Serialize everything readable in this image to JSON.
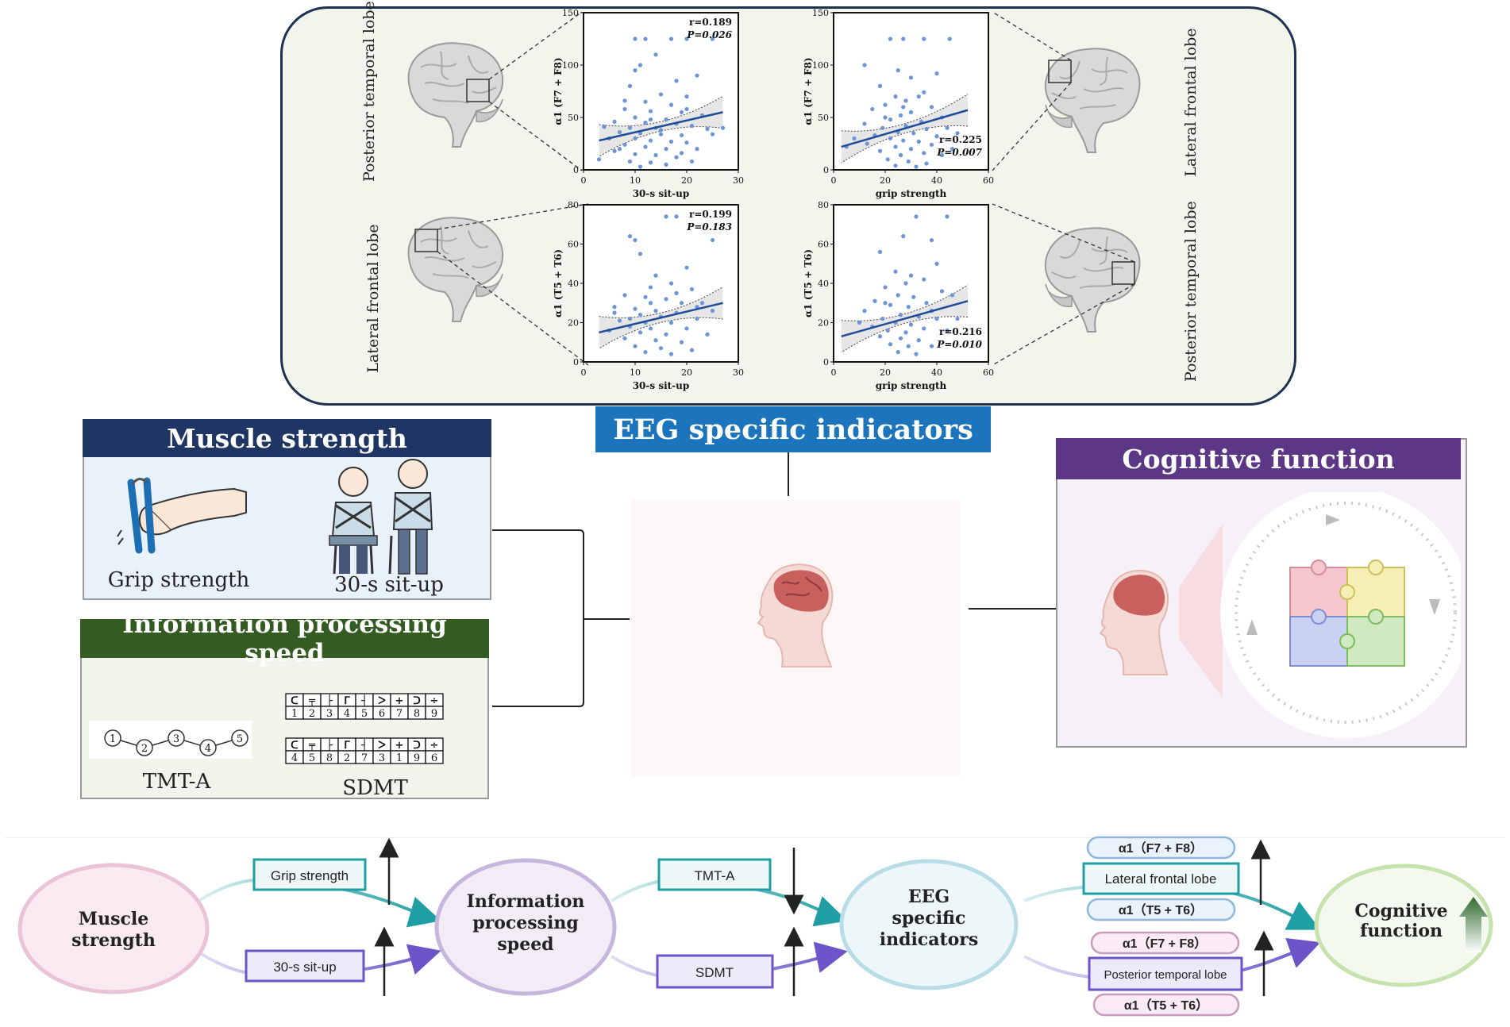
{
  "top_panel": {
    "brain_labels": {
      "top_left": "Posterior temporal lobe",
      "bottom_left": "Lateral frontal lobe",
      "top_right": "Lateral frontal lobe",
      "bottom_right": "Posterior temporal lobe"
    }
  },
  "chart_data": [
    {
      "type": "scatter",
      "xlabel": "30-s sit-up",
      "ylabel": "α1 (F7 + F8)",
      "xlim": [
        0,
        30
      ],
      "ylim": [
        0,
        150
      ],
      "xticks": [
        "0",
        "10",
        "20",
        "30"
      ],
      "yticks": [
        "0",
        "50",
        "100",
        "150"
      ],
      "stats": {
        "r": "r=0.189",
        "p": "P=0.026"
      },
      "fit": {
        "x": [
          3,
          27
        ],
        "y": [
          28,
          55
        ]
      },
      "points": [
        [
          10,
          125
        ],
        [
          12,
          125
        ],
        [
          17,
          125
        ],
        [
          20,
          125
        ],
        [
          25,
          125
        ],
        [
          11,
          100
        ],
        [
          14,
          110
        ],
        [
          10,
          95
        ],
        [
          22,
          90
        ],
        [
          18,
          85
        ],
        [
          9,
          80
        ],
        [
          15,
          72
        ],
        [
          20,
          70
        ],
        [
          12,
          65
        ],
        [
          17,
          62
        ],
        [
          8,
          58
        ],
        [
          13,
          56
        ],
        [
          19,
          55
        ],
        [
          23,
          52
        ],
        [
          10,
          50
        ],
        [
          16,
          48
        ],
        [
          6,
          46
        ],
        [
          12,
          45
        ],
        [
          18,
          44
        ],
        [
          21,
          42
        ],
        [
          4,
          41
        ],
        [
          9,
          40
        ],
        [
          14,
          40
        ],
        [
          24,
          39
        ],
        [
          27,
          40
        ],
        [
          7,
          36
        ],
        [
          11,
          35
        ],
        [
          15,
          34
        ],
        [
          19,
          33
        ],
        [
          25,
          34
        ],
        [
          5,
          30
        ],
        [
          10,
          30
        ],
        [
          13,
          28
        ],
        [
          17,
          27
        ],
        [
          20,
          26
        ],
        [
          8,
          24
        ],
        [
          12,
          22
        ],
        [
          16,
          20
        ],
        [
          22,
          20
        ],
        [
          6,
          18
        ],
        [
          10,
          15
        ],
        [
          14,
          14
        ],
        [
          18,
          12
        ],
        [
          3,
          10
        ],
        [
          9,
          8
        ],
        [
          13,
          7
        ],
        [
          16,
          5
        ],
        [
          21,
          8
        ],
        [
          11,
          3
        ],
        [
          7,
          20
        ],
        [
          19,
          16
        ],
        [
          15,
          38
        ],
        [
          13,
          48
        ],
        [
          20,
          58
        ],
        [
          8,
          66
        ]
      ]
    },
    {
      "type": "scatter",
      "xlabel": "grip strength",
      "ylabel": "α1 (F7 + F8)",
      "xlim": [
        0,
        60
      ],
      "ylim": [
        0,
        150
      ],
      "xticks": [
        "0",
        "20",
        "40",
        "60"
      ],
      "yticks": [
        "0",
        "50",
        "100",
        "150"
      ],
      "stats": {
        "r": "r=0.225",
        "p": "P=0.007"
      },
      "fit": {
        "x": [
          3,
          52
        ],
        "y": [
          22,
          57
        ]
      },
      "points": [
        [
          22,
          125
        ],
        [
          27,
          125
        ],
        [
          35,
          125
        ],
        [
          45,
          125
        ],
        [
          12,
          100
        ],
        [
          25,
          95
        ],
        [
          40,
          92
        ],
        [
          30,
          88
        ],
        [
          18,
          80
        ],
        [
          35,
          74
        ],
        [
          24,
          70
        ],
        [
          28,
          66
        ],
        [
          20,
          62
        ],
        [
          38,
          60
        ],
        [
          15,
          58
        ],
        [
          30,
          55
        ],
        [
          26,
          52
        ],
        [
          42,
          50
        ],
        [
          22,
          48
        ],
        [
          34,
          46
        ],
        [
          12,
          44
        ],
        [
          28,
          42
        ],
        [
          19,
          40
        ],
        [
          36,
          39
        ],
        [
          44,
          40
        ],
        [
          25,
          36
        ],
        [
          31,
          35
        ],
        [
          16,
          33
        ],
        [
          40,
          32
        ],
        [
          22,
          30
        ],
        [
          27,
          28
        ],
        [
          33,
          27
        ],
        [
          13,
          25
        ],
        [
          38,
          24
        ],
        [
          24,
          22
        ],
        [
          30,
          20
        ],
        [
          18,
          18
        ],
        [
          35,
          16
        ],
        [
          26,
          14
        ],
        [
          42,
          14
        ],
        [
          21,
          10
        ],
        [
          29,
          8
        ],
        [
          36,
          6
        ],
        [
          24,
          4
        ],
        [
          32,
          3
        ],
        [
          46,
          20
        ],
        [
          8,
          30
        ],
        [
          48,
          35
        ],
        [
          5,
          22
        ],
        [
          27,
          60
        ],
        [
          33,
          70
        ],
        [
          20,
          50
        ]
      ]
    },
    {
      "type": "scatter",
      "xlabel": "30-s sit-up",
      "ylabel": "α1 (T5 + T6)",
      "xlim": [
        0,
        30
      ],
      "ylim": [
        0,
        80
      ],
      "xticks": [
        "0",
        "10",
        "20",
        "30"
      ],
      "yticks": [
        "0",
        "20",
        "40",
        "60",
        "80"
      ],
      "stats": {
        "r": "r=0.199",
        "p": "P=0.183"
      },
      "fit": {
        "x": [
          3,
          27
        ],
        "y": [
          15,
          30
        ]
      },
      "points": [
        [
          16,
          74
        ],
        [
          18,
          74
        ],
        [
          9,
          64
        ],
        [
          10,
          62
        ],
        [
          25,
          62
        ],
        [
          11,
          55
        ],
        [
          20,
          48
        ],
        [
          14,
          44
        ],
        [
          17,
          40
        ],
        [
          13,
          38
        ],
        [
          21,
          37
        ],
        [
          8,
          34
        ],
        [
          12,
          33
        ],
        [
          16,
          32
        ],
        [
          19,
          30
        ],
        [
          23,
          30
        ],
        [
          6,
          28
        ],
        [
          10,
          27
        ],
        [
          14,
          26
        ],
        [
          18,
          25
        ],
        [
          11,
          24
        ],
        [
          15,
          23
        ],
        [
          22,
          22
        ],
        [
          7,
          21
        ],
        [
          12,
          20
        ],
        [
          17,
          20
        ],
        [
          9,
          18
        ],
        [
          13,
          17
        ],
        [
          20,
          17
        ],
        [
          5,
          16
        ],
        [
          11,
          15
        ],
        [
          16,
          14
        ],
        [
          24,
          14
        ],
        [
          8,
          12
        ],
        [
          14,
          11
        ],
        [
          19,
          10
        ],
        [
          10,
          8
        ],
        [
          15,
          7
        ],
        [
          12,
          5
        ],
        [
          17,
          4
        ],
        [
          21,
          6
        ],
        [
          6,
          25
        ],
        [
          25,
          26
        ],
        [
          13,
          30
        ],
        [
          18,
          35
        ],
        [
          9,
          22
        ],
        [
          22,
          28
        ]
      ]
    },
    {
      "type": "scatter",
      "xlabel": "grip strength",
      "ylabel": "α1 (T5 + T6)",
      "xlim": [
        0,
        60
      ],
      "ylim": [
        0,
        80
      ],
      "xticks": [
        "0",
        "20",
        "40",
        "60"
      ],
      "yticks": [
        "0",
        "20",
        "40",
        "60",
        "80"
      ],
      "stats": {
        "r": "r=0.216",
        "p": "P=0.010"
      },
      "fit": {
        "x": [
          3,
          52
        ],
        "y": [
          13,
          31
        ]
      },
      "points": [
        [
          32,
          74
        ],
        [
          44,
          74
        ],
        [
          27,
          64
        ],
        [
          38,
          62
        ],
        [
          18,
          56
        ],
        [
          40,
          50
        ],
        [
          24,
          46
        ],
        [
          35,
          42
        ],
        [
          28,
          40
        ],
        [
          20,
          38
        ],
        [
          42,
          36
        ],
        [
          25,
          34
        ],
        [
          31,
          33
        ],
        [
          16,
          31
        ],
        [
          36,
          30
        ],
        [
          22,
          29
        ],
        [
          29,
          28
        ],
        [
          12,
          26
        ],
        [
          38,
          26
        ],
        [
          26,
          24
        ],
        [
          33,
          23
        ],
        [
          19,
          22
        ],
        [
          40,
          22
        ],
        [
          24,
          20
        ],
        [
          30,
          19
        ],
        [
          15,
          18
        ],
        [
          35,
          17
        ],
        [
          21,
          16
        ],
        [
          28,
          15
        ],
        [
          44,
          16
        ],
        [
          18,
          13
        ],
        [
          26,
          12
        ],
        [
          33,
          11
        ],
        [
          22,
          9
        ],
        [
          29,
          8
        ],
        [
          38,
          8
        ],
        [
          25,
          5
        ],
        [
          32,
          4
        ],
        [
          10,
          20
        ],
        [
          48,
          22
        ],
        [
          46,
          34
        ],
        [
          30,
          44
        ],
        [
          20,
          30
        ]
      ]
    }
  ],
  "muscle": {
    "title": "Muscle strength",
    "grip_label": "Grip strength",
    "situp_label": "30-s sit-up"
  },
  "info": {
    "title": "Information processing speed",
    "tmt_label": "TMT-A",
    "sdmt_label": "SDMT",
    "tmt_nodes": [
      "1",
      "2",
      "3",
      "4",
      "5"
    ],
    "sdmt_row1_symbols": [
      "ᑕ",
      "╤",
      "├",
      "ᒥ",
      "┤",
      "ᐳ",
      "+",
      "ᑐ",
      "÷"
    ],
    "sdmt_row1_digits": [
      "1",
      "2",
      "3",
      "4",
      "5",
      "6",
      "7",
      "8",
      "9"
    ],
    "sdmt_row2_symbols": [
      "ᑕ",
      "╤",
      "├",
      "ᒥ",
      "┤",
      "ᐳ",
      "+",
      "ᑐ",
      "÷"
    ],
    "sdmt_row2_digits": [
      "4",
      "5",
      "8",
      "2",
      "7",
      "3",
      "1",
      "9",
      "6"
    ]
  },
  "eeg": {
    "title": "EEG specific indicators"
  },
  "cognitive": {
    "title": "Cognitive function"
  },
  "flow": {
    "muscle": [
      "Muscle",
      "strength"
    ],
    "info": [
      "Information",
      "processing",
      "speed"
    ],
    "eeg": [
      "EEG",
      "specific",
      "indicators"
    ],
    "cog": [
      "Cognitive",
      "function"
    ],
    "grip": "Grip strength",
    "situp": "30-s sit-up",
    "tmt": "TMT-A",
    "sdmt": "SDMT",
    "lat_frontal": "Lateral frontal lobe",
    "post_temporal": "Posterior temporal lobe",
    "a1_f7f8_top": "α1（F7 + F8）",
    "a1_t5t6_top": "α1（T5 + T6）",
    "a1_f7f8_bottom": "α1（F7 + F8）",
    "a1_t5t6_bottom": "α1（T5 + T6）",
    "colors": {
      "teal": "#1f9ea3",
      "purple": "#6b55c9",
      "pink": "#f7e6ef",
      "lavender": "#efeaf7",
      "lightblue": "#eaf5f8",
      "green": "#eff7ea"
    }
  }
}
